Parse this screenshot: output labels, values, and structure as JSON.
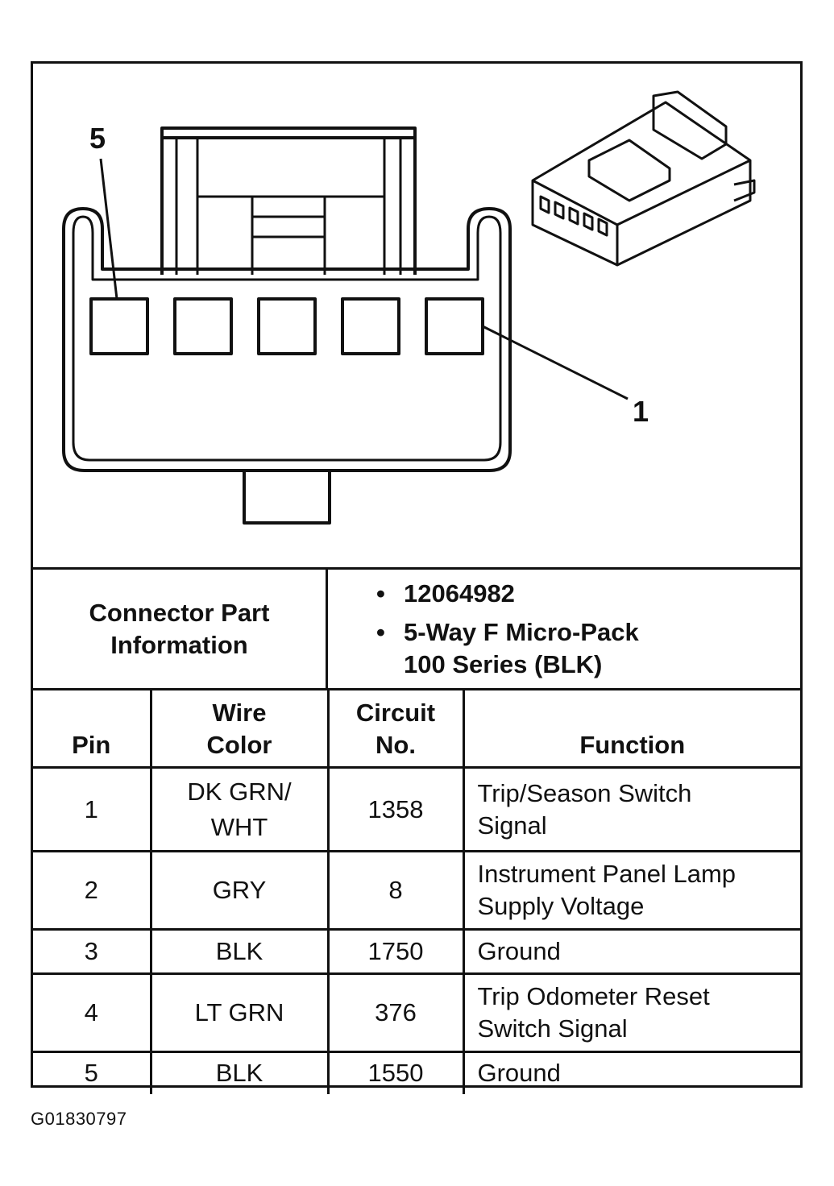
{
  "diagram": {
    "pin_label_left": "5",
    "pin_label_right": "1"
  },
  "connector_info": {
    "label": "Connector Part Information",
    "items": [
      "12064982",
      "5-Way F Micro-Pack\n100 Series (BLK)"
    ]
  },
  "table": {
    "headers": {
      "pin": "Pin",
      "wire_color": "Wire\nColor",
      "circuit": "Circuit\nNo.",
      "function": "Function"
    },
    "rows": [
      {
        "pin": "1",
        "wire_color": "DK GRN/\nWHT",
        "circuit": "1358",
        "function": "Trip/Season Switch\nSignal"
      },
      {
        "pin": "2",
        "wire_color": "GRY",
        "circuit": "8",
        "function": "Instrument Panel Lamp\nSupply Voltage"
      },
      {
        "pin": "3",
        "wire_color": "BLK",
        "circuit": "1750",
        "function": "Ground"
      },
      {
        "pin": "4",
        "wire_color": "LT GRN",
        "circuit": "376",
        "function": "Trip Odometer Reset\nSwitch Signal"
      },
      {
        "pin": "5",
        "wire_color": "BLK",
        "circuit": "1550",
        "function": "Ground"
      }
    ]
  },
  "figure_id": "G01830797"
}
